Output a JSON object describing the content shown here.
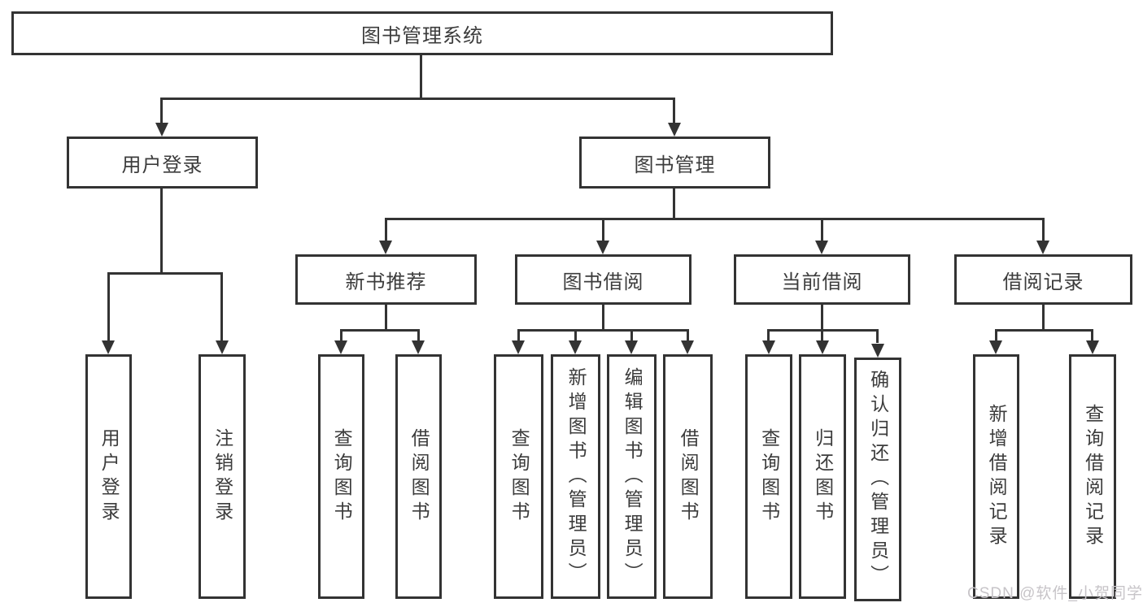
{
  "tree": {
    "root": "图书管理系统",
    "branches": [
      {
        "label": "用户登录",
        "children": [
          "用户登录",
          "注销登录"
        ]
      },
      {
        "label": "图书管理",
        "sections": [
          {
            "label": "新书推荐",
            "children": [
              "查询图书",
              "借阅图书"
            ]
          },
          {
            "label": "图书借阅",
            "children": [
              "查询图书",
              "新增图书（管理员）",
              "编辑图书（管理员）",
              "借阅图书"
            ]
          },
          {
            "label": "当前借阅",
            "children": [
              "查询图书",
              "归还图书",
              "确认归还（管理员）"
            ]
          },
          {
            "label": "借阅记录",
            "children": [
              "新增借阅记录",
              "查询借阅记录"
            ]
          }
        ]
      }
    ]
  },
  "watermark": "CSDN @软件_小贺同学",
  "colors": {
    "line": "#333333",
    "text": "#3c3c3c",
    "watermark": "#c7c4c8",
    "background": "#ffffff"
  }
}
